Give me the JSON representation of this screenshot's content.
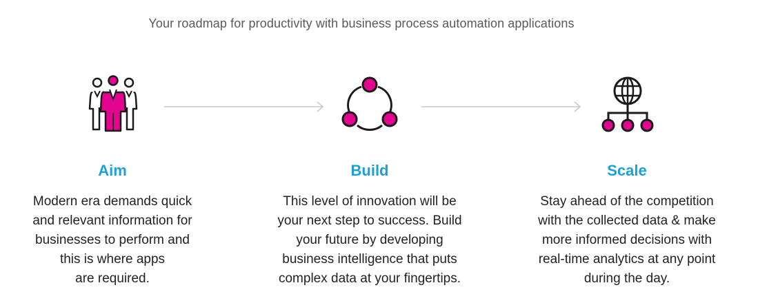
{
  "subtitle": "Your roadmap for productivity with business process automation applications",
  "colors": {
    "accent": "#e3058f",
    "title": "#1aa1d8",
    "arrow": "#c9c9c9",
    "outline": "#1a1a1a"
  },
  "steps": [
    {
      "icon": "team-icon",
      "title": "Aim",
      "description": "Modern era demands quick\nand relevant information for\nbusinesses to perform and\nthis is where apps\nare required."
    },
    {
      "icon": "cycle-nodes-icon",
      "title": "Build",
      "description": "This level of innovation will be\nyour next step to success. Build\nyour future by developing\nbusiness intelligence that puts\ncomplex data at your fingertips."
    },
    {
      "icon": "globe-network-icon",
      "title": "Scale",
      "description": "Stay ahead of the competition\nwith the collected data & make\nmore informed decisions with\nreal-time analytics at any point\nduring the day."
    }
  ]
}
